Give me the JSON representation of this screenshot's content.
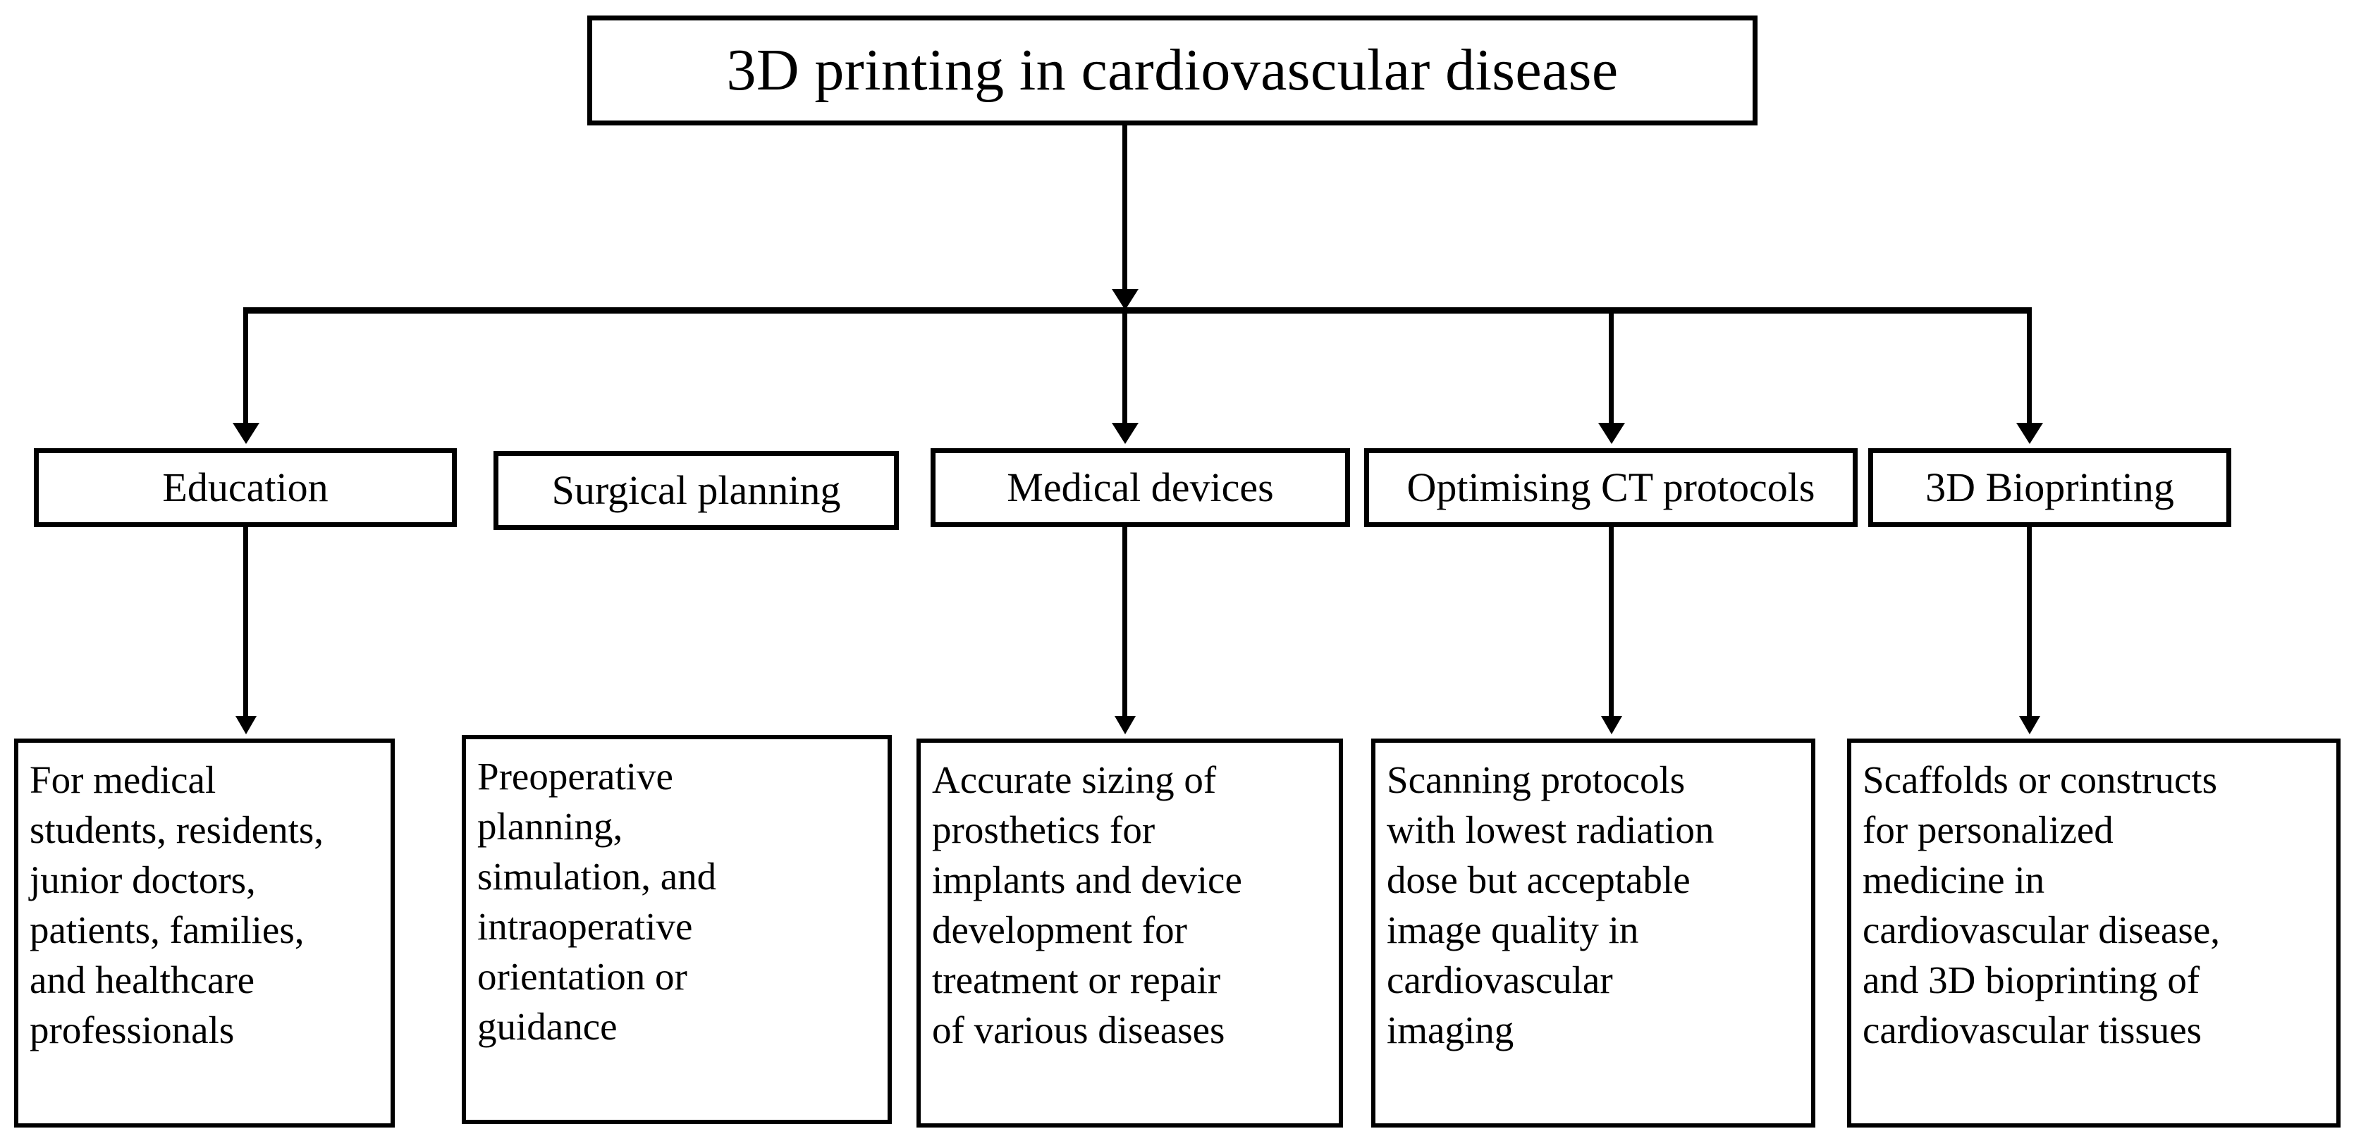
{
  "diagram": {
    "title": "3D printing in cardiovascular disease",
    "type": "flowchart",
    "orientation": "top-down",
    "levels": 3,
    "colors": {
      "background": "#ffffff",
      "stroke": "#000000",
      "text": "#000000"
    },
    "root": {
      "label": "3D printing in cardiovascular disease"
    },
    "categories": [
      {
        "id": "education",
        "label": "Education"
      },
      {
        "id": "surgical",
        "label": "Surgical planning"
      },
      {
        "id": "devices",
        "label": "Medical devices"
      },
      {
        "id": "ct-protocols",
        "label": "Optimising CT protocols"
      },
      {
        "id": "bioprinting",
        "label": "3D Bioprinting"
      }
    ],
    "details": [
      {
        "id": "education-detail",
        "parent": "education",
        "lines": [
          "For medical",
          "students, residents,",
          "junior doctors,",
          "patients, families,",
          "and healthcare",
          "professionals"
        ],
        "text": "For medical students, residents, junior doctors, patients, families, and healthcare professionals"
      },
      {
        "id": "surgical-detail",
        "parent": "surgical",
        "lines": [
          "Preoperative",
          "planning,",
          "simulation, and",
          "intraoperative",
          "orientation or",
          "guidance"
        ],
        "text": "Preoperative planning, simulation, and intraoperative orientation or guidance"
      },
      {
        "id": "devices-detail",
        "parent": "devices",
        "lines": [
          "Accurate sizing of",
          "prosthetics for",
          "implants and device",
          "development for",
          "treatment or repair",
          "of various diseases"
        ],
        "text": "Accurate sizing of prosthetics for implants and device development for treatment or repair of various diseases"
      },
      {
        "id": "ct-protocols-detail",
        "parent": "ct-protocols",
        "lines": [
          "Scanning protocols",
          "with lowest radiation",
          "dose but acceptable",
          "image quality in",
          "cardiovascular",
          "imaging"
        ],
        "text": "Scanning protocols with lowest radiation dose but acceptable image quality in cardiovascular imaging"
      },
      {
        "id": "bioprinting-detail",
        "parent": "bioprinting",
        "lines": [
          "Scaffolds or constructs",
          "for personalized",
          "medicine in",
          "cardiovascular disease,",
          "and 3D bioprinting of",
          "cardiovascular tissues"
        ],
        "text": "Scaffolds or constructs for personalized medicine in cardiovascular disease, and 3D bioprinting of cardiovascular tissues"
      }
    ]
  }
}
